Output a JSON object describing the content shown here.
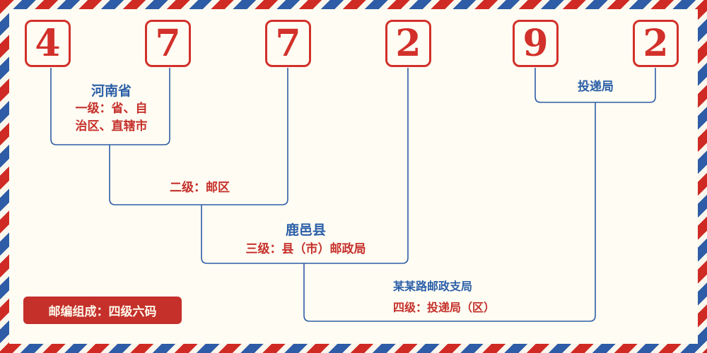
{
  "postal_code": {
    "digits": [
      "4",
      "7",
      "7",
      "2",
      "9",
      "2"
    ]
  },
  "levels": {
    "level1": {
      "region_name": "河南省",
      "desc_lines": [
        "一级：省、自",
        "治区、直辖市"
      ]
    },
    "level2": {
      "desc": "二级：邮区"
    },
    "level3": {
      "region_name": "鹿邑县",
      "desc": "三级：县（市）邮政局"
    },
    "level4": {
      "delivery_office": "投递局",
      "office_name": "某某路邮政支局",
      "desc": "四级：投递局（区）"
    }
  },
  "footer": {
    "badge": "邮编组成：四级六码"
  },
  "colors": {
    "digit_red": "#d2302a",
    "line_blue": "#2e5ca6",
    "text_blue": "#2b5fa8",
    "text_red": "#c5302b",
    "badge_bg": "#c5302b",
    "badge_text": "#fdf8ea",
    "canvas_background": "#fffdf3",
    "stripe_red": "#cf2b24",
    "stripe_blue": "#2e5ca6"
  }
}
